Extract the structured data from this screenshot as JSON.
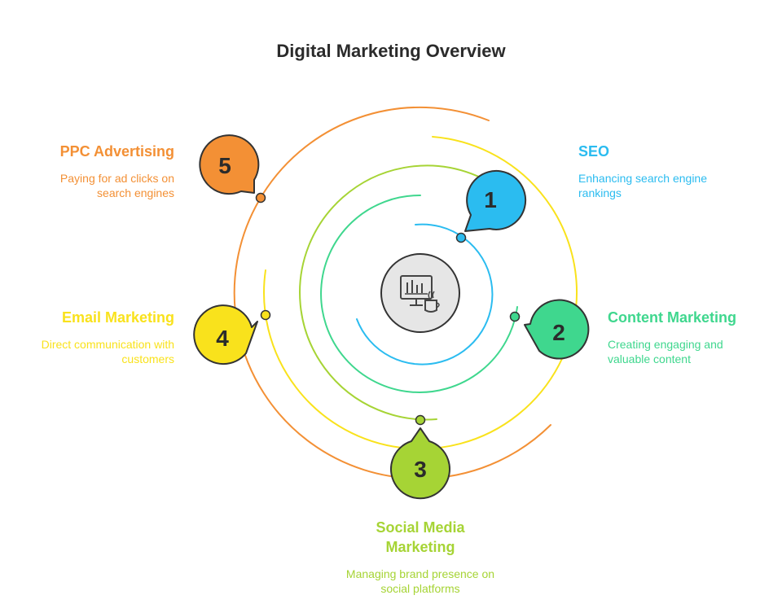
{
  "title": "Digital Marketing Overview",
  "center_icon": "monitor-chart-coffee-icon",
  "colors": {
    "seo": "#2bbcf0",
    "content": "#3fd78e",
    "social": "#a6d435",
    "email": "#f9e21c",
    "ppc": "#f39035",
    "stroke": "#333333",
    "center_fill": "#e6e6e6"
  },
  "steps": [
    {
      "number": "1",
      "label": "SEO",
      "description": "Enhancing search engine rankings"
    },
    {
      "number": "2",
      "label": "Content Marketing",
      "description": "Creating engaging and valuable content"
    },
    {
      "number": "3",
      "label": "Social Media Marketing",
      "description": "Managing brand presence on social platforms"
    },
    {
      "number": "4",
      "label": "Email Marketing",
      "description": "Direct communication with customers"
    },
    {
      "number": "5",
      "label": "PPC Advertising",
      "description": "Paying for ad clicks on search engines"
    }
  ]
}
